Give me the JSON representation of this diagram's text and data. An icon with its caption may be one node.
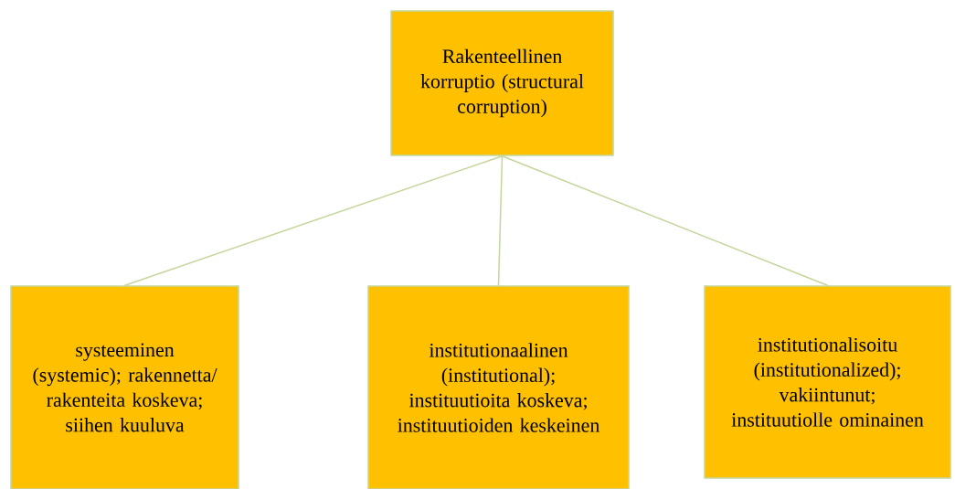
{
  "diagram": {
    "nodes": [
      {
        "text": [
          "Rakenteellinen korruptio (structural corruption)"
        ]
      },
      {
        "text": [
          "systeeminen (systemic); rakennetta/ rakenteita koskeva; siihen kuuluva"
        ]
      },
      {
        "text": [
          "institutionaalinen (institutional); instituutioita koskeva; instituutioiden keskeinen"
        ]
      },
      {
        "text": [
          "institutionalisoitu (institutionalized); vakiintunut; instituutiolle ominainen"
        ]
      }
    ],
    "edges": [
      {
        "from": 0,
        "to": 1,
        "arrow": "none"
      },
      {
        "from": 0,
        "to": 2,
        "arrow": "none"
      },
      {
        "from": 0,
        "to": 3,
        "arrow": "none"
      }
    ]
  }
}
